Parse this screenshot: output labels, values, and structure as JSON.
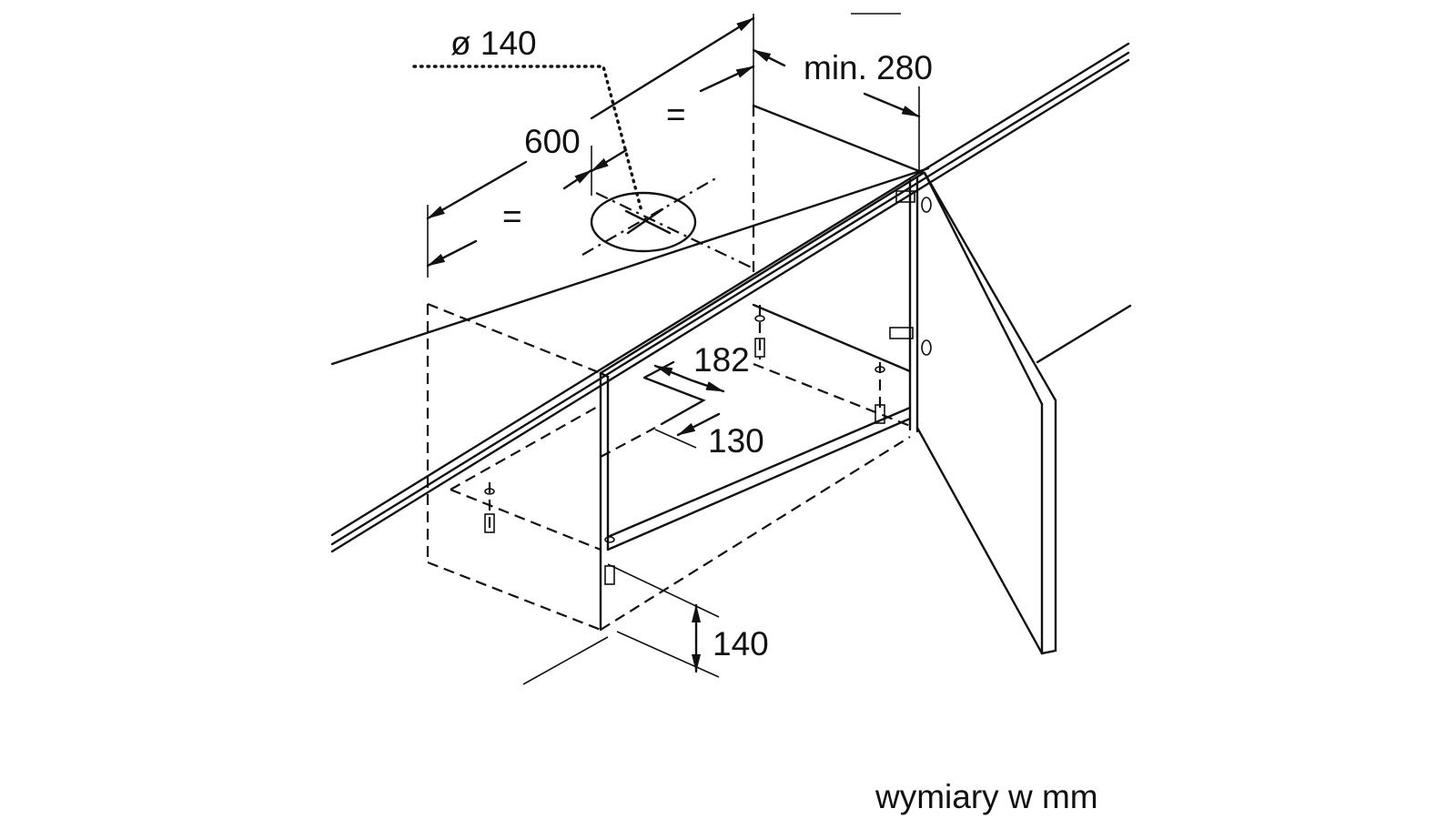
{
  "dimensions": {
    "duct_diameter": "ø 140",
    "cabinet_width": "600",
    "equal_left": "=",
    "equal_right": "=",
    "min_depth": "min. 280",
    "cutout_depth": "182",
    "cutout_offset": "130",
    "bottom_height": "140"
  },
  "caption": "wymiary w mm",
  "colors": {
    "line": "#111111",
    "background": "#ffffff"
  }
}
